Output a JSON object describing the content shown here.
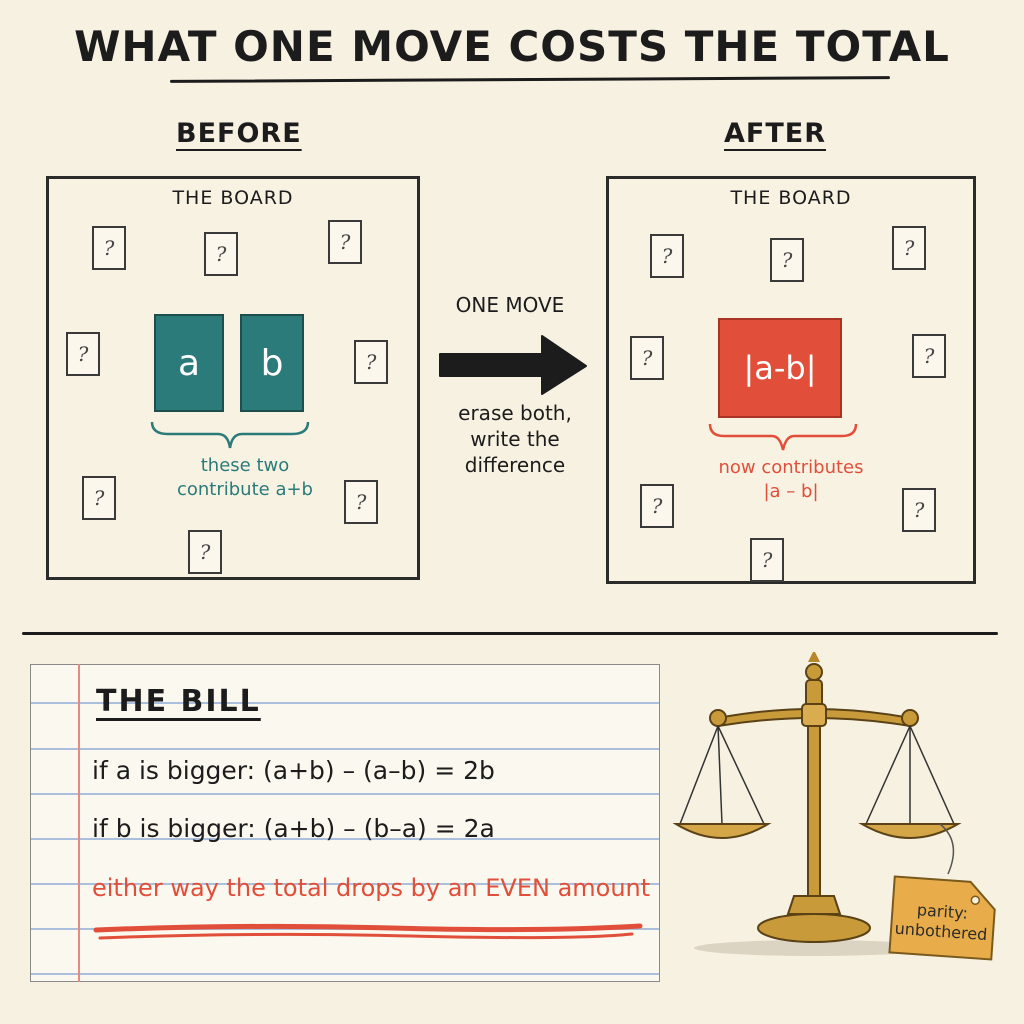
{
  "title": "WHAT ONE MOVE COSTS THE TOTAL",
  "before": {
    "header": "BEFORE",
    "board_title": "THE BOARD",
    "placeholder": "?",
    "tile_a": "a",
    "tile_b": "b",
    "note_line1": "these two",
    "note_line2": "contribute a+b"
  },
  "move": {
    "label": "ONE MOVE",
    "desc_line1": "erase both,",
    "desc_line2": "write the",
    "desc_line3": "difference"
  },
  "after": {
    "header": "AFTER",
    "board_title": "THE BOARD",
    "placeholder": "?",
    "tile_diff": "|a-b|",
    "note_line1": "now contributes",
    "note_line2": "|a – b|"
  },
  "bill": {
    "title": "THE BILL",
    "line1": "if a is bigger:   (a+b) – (a–b) = 2b",
    "line2": "if b is bigger:   (a+b) – (b–a) = 2a",
    "conclusion": "either way the total drops by an EVEN amount"
  },
  "tag": {
    "line1": "parity:",
    "line2": "unbothered"
  },
  "colors": {
    "teal": "#2a7b7a",
    "red": "#e14f3b",
    "paper": "#f7f1e1",
    "brass": "#c99a3a",
    "tag": "#e8ad4a"
  }
}
